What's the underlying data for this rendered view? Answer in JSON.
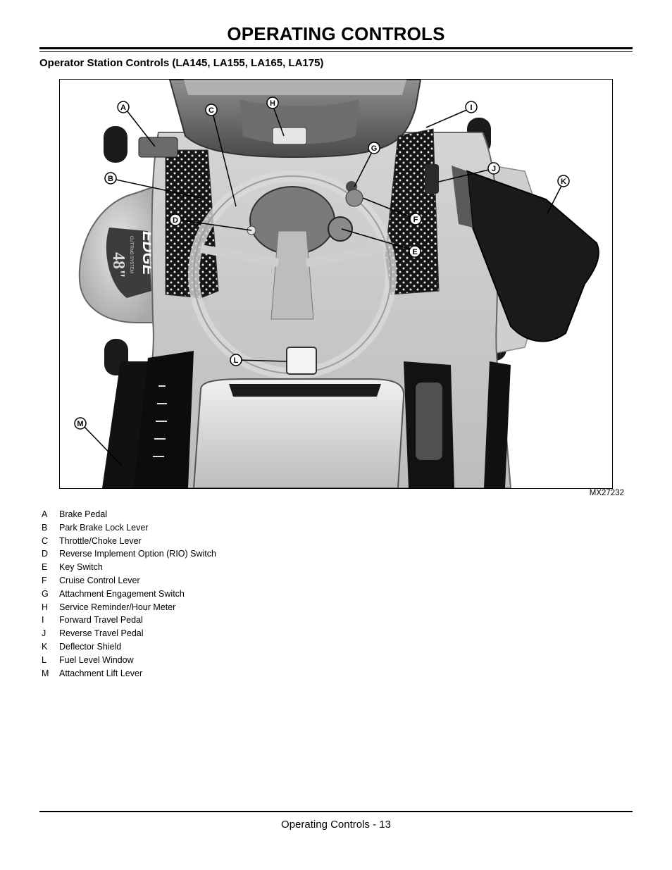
{
  "page": {
    "title": "OPERATING CONTROLS",
    "section_heading": "Operator Station Controls (LA145, LA155, LA165, LA175)",
    "figure_id": "MX27232",
    "footer": "Operating Controls - 13"
  },
  "figure": {
    "deck_label": "EDGE",
    "deck_sublabel": "CUTTING SYSTEM",
    "deck_size": "48\"",
    "callouts": [
      "A",
      "B",
      "C",
      "D",
      "E",
      "F",
      "G",
      "H",
      "I",
      "J",
      "K",
      "L",
      "M"
    ]
  },
  "legend": [
    {
      "letter": "A",
      "text": "Brake Pedal"
    },
    {
      "letter": "B",
      "text": "Park Brake Lock Lever"
    },
    {
      "letter": "C",
      "text": "Throttle/Choke Lever"
    },
    {
      "letter": "D",
      "text": "Reverse Implement Option (RIO) Switch"
    },
    {
      "letter": "E",
      "text": "Key Switch"
    },
    {
      "letter": "F",
      "text": "Cruise Control Lever"
    },
    {
      "letter": "G",
      "text": "Attachment Engagement Switch"
    },
    {
      "letter": "H",
      "text": "Service Reminder/Hour Meter"
    },
    {
      "letter": "I",
      "text": "Forward Travel Pedal"
    },
    {
      "letter": "J",
      "text": "Reverse Travel Pedal"
    },
    {
      "letter": "K",
      "text": "Deflector Shield"
    },
    {
      "letter": "L",
      "text": "Fuel Level Window"
    },
    {
      "letter": "M",
      "text": "Attachment Lift Lever"
    }
  ]
}
